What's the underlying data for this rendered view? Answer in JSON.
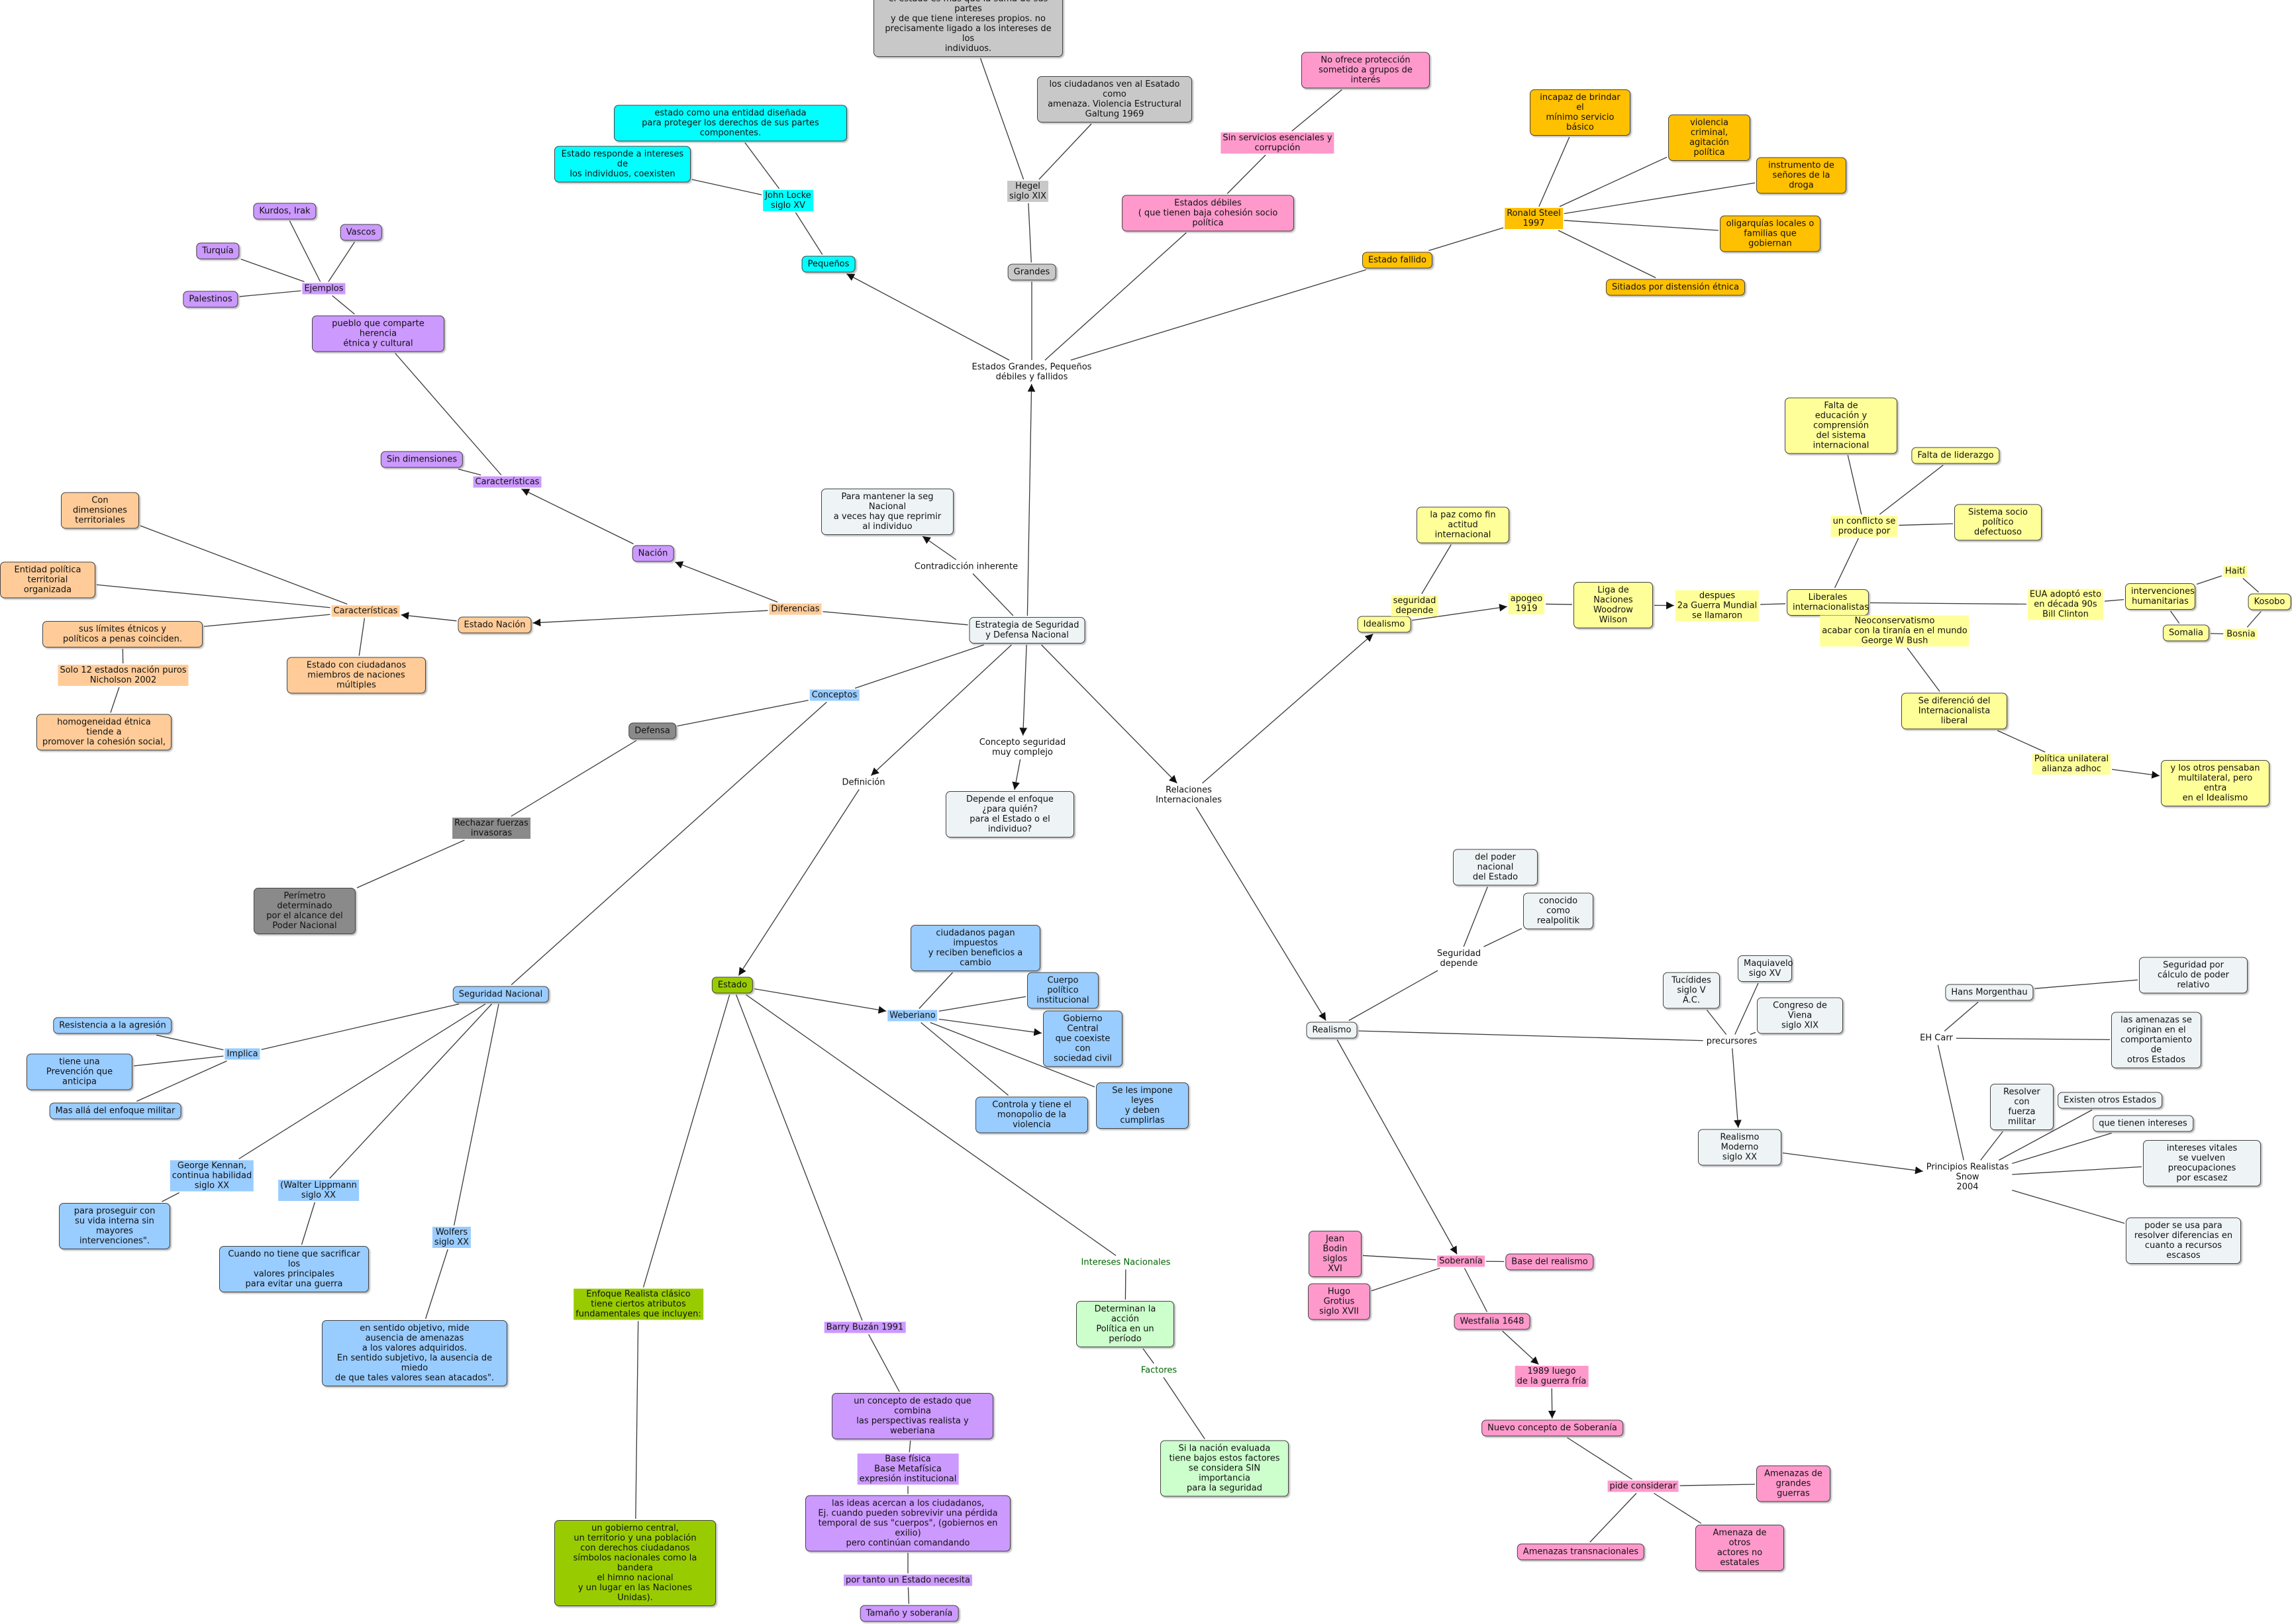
{
  "colors": {
    "white": "#eef3f5",
    "cyan": "#00ffff",
    "gray": "#c8c8c8",
    "dgray": "#8a8a8a",
    "pink": "#ff99cc",
    "orange": "#ffc000",
    "purple": "#cc99ff",
    "peach": "#ffcc99",
    "blue": "#99ccff",
    "green": "#99cc00",
    "lgreen": "#ccffcc",
    "yellow": "#ffff99",
    "edge": "#3a3a3a"
  },
  "concepts": {
    "root": "Estrategia de Seguridad\ny Defensa Nacional",
    "egp": "Estados Grandes, Pequeños\ndébiles y fallidos",
    "grandes": "Grandes",
    "hegel": "Hegel\nsiglo XIX",
    "estado_suma": "el estado es más que la suma de sus partes\ny de que tiene intereses propios. no\nprecisamente ligado a los intereses de los\nindividuos.",
    "galtung": "los ciudadanos ven al Esatado como\namenaza. Violencia Estructural\nGaltung 1969",
    "pequenos": "Pequeños",
    "locke": "John Locke\nsiglo XV",
    "locke_def": "estado como una entidad diseñada\npara proteger los derechos de sus partes componentes.",
    "locke_int": "Estado responde a intereses de\nlos individuos, coexisten",
    "debiles": "Estados débiles\n( que tienen baja cohesión socio política",
    "sin_servicios": "Sin servicios esenciales y\ncorrupción",
    "no_ofrece": "No ofrece protección\nsometido a grupos de interés",
    "fallido": "Estado fallido",
    "steel": "Ronald Steel\n1997",
    "incapaz": "incapaz de brindar el\nmínimo servicio básico",
    "violencia": "violencia criminal,\nagitación política",
    "instrumento": "instrumento de\nseñores de la droga",
    "oligarquias": "oligarquías locales o\nfamilias que gobiernan",
    "sitiados": "Sitiados por distensión étnica",
    "contradiccion": "Contradicción inherente",
    "mantener": "Para mantener la seg Nacional\na veces hay que reprimir\nal individuo",
    "diferencias": "Diferencias",
    "nacion": "Nación",
    "caract_n": "Características",
    "sin_dim": "Sin dimensiones",
    "pueblo": "pueblo que comparte herencia\nétnica y cultural",
    "ejemplos": "Ejemplos",
    "kurdos": "Kurdos, Irak",
    "vascos": "Vascos",
    "turquia": "Turquía",
    "palestinos": "Palestinos",
    "estado_nacion": "Estado Nación",
    "caract_en": "Características",
    "con_dim": "Con dimensiones\nterritoriales",
    "entidad": "Entidad política\nterritorial organizada",
    "limites": "sus límites étnicos y\npolíticos a penas coinciden.",
    "solo12": "Solo 12 estados nación puros\nNicholson 2002",
    "homogeneidad": "homogeneidad étnica tiende a\npromover la cohesión social,",
    "con_ciudadanos": "Estado con ciudadanos\nmiembros de naciones múltiples",
    "conceptos": "Conceptos",
    "defensa": "Defensa",
    "rechazar": "Rechazar fuerzas\ninvasoras",
    "perimetro": "Perímetro determinado\npor el alcance del\nPoder Nacional",
    "seg_nac": "Seguridad Nacional",
    "implica": "Implica",
    "resistencia": "Resistencia a la agresión",
    "tiene_una": "tiene una\nPrevención que anticipa",
    "mas_alla": "Mas allá del enfoque militar",
    "kennan": "George Kennan,\ncontinua habilidad\nsiglo XX",
    "kennan_def": "para proseguir con\nsu vida interna sin\nmayores intervenciones\".",
    "lippmann": "(Walter Lippmann\nsiglo XX",
    "lippmann_def": "Cuando no tiene que sacrificar los\nvalores principales\npara evitar una guerra",
    "wolfers": "Wolfers\nsiglo XX",
    "wolfers_def": "en sentido objetivo, mide\nausencia de amenazas\na los valores adquiridos.\nEn sentido subjetivo, la ausencia de miedo\nde que tales valores sean atacados\".",
    "definicion": "Definición",
    "concepto_seg": "Concepto seguridad\nmuy complejo",
    "depende": "Depende el enfoque\n¿para quién?\npara el Estado o el individuo?",
    "estado": "Estado",
    "weberiano": "Weberiano",
    "ciudadanos_pagan": "ciudadanos pagan impuestos\ny reciben beneficios a cambio",
    "cuerpo": "Cuerpo político\ninstitucional",
    "gobierno": "Gobierno Central\nque coexiste con\nsociedad civil",
    "leyes": "Se les impone leyes\ny deben cumplirlas",
    "monopolio": "Controla y tiene el\nmonopolio de la violencia",
    "enfoque_realista": "Enfoque Realista clásico\ntiene ciertos atributos\nfundamentales que incluyen:",
    "gobierno_central": "un gobierno central,\nun territorio y una población\ncon derechos ciudadanos\nsímbolos nacionales como la bandera\nel himno nacional\ny un lugar en las Naciones Unidas).",
    "buzan": "Barry Buzán 1991",
    "concepto_estado": "un concepto de estado que combina\nlas perspectivas realista y weberiana",
    "base": "Base física\nBase Metafísica\nexpresión institucional",
    "ideas": "las ideas acercan a los ciudadanos,\nEj. cuando pueden sobrevivir una pérdida\ntemporal de sus \"cuerpos\", (gobiernos en exilio)\npero continúan comandando",
    "por_tanto": "por tanto un Estado necesita",
    "tamano": "Tamaño y soberanía",
    "intereses_nac": "Intereses Nacionales",
    "determinan": "Determinan la acción\nPolítica en un período",
    "factores": "Factores",
    "si_nacion": "Si la nación evaluada\ntiene bajos estos factores\nse considera SIN importancia\npara la seguridad",
    "rrii": "Relaciones\nInternacionales",
    "idealismo": "Idealismo",
    "seg_depende_i": "seguridad\ndepende",
    "paz": "la paz como fin\nactitud internacional",
    "apogeo": "apogeo\n1919",
    "liga": "Liga de Naciones\nWoodrow Wilson",
    "despues": "despues\n2a Guerra Mundial\nse llamaron",
    "liberales": "Liberales\ninternacionalistas",
    "conflicto": "un conflicto se\nproduce por",
    "falta_edu": "Falta de\neducación y comprensión\ndel sistema internacional",
    "falta_lid": "Falta de liderazgo",
    "sistema": "Sistema socio\npolítico defectuoso",
    "eua": "EUA adoptó esto\nen década 90s\nBill Clinton",
    "intervenciones": "intervenciones\nhumanitarias",
    "haiti": "Haití",
    "kosovo": "Kosobo",
    "somalia": "Somalia",
    "bosnia": "Bosnia",
    "neocon": "Neoconservatismo\nacabar con la tiranía en el mundo\nGeorge W Bush",
    "se_dif": "Se diferenció del\nInternacionalista liberal",
    "politica": "Política unilateral\nalianza adhoc",
    "pensaban": "y los otros pensaban\nmultilateral, pero entra\nen el Idealismo",
    "realismo": "Realismo",
    "seg_depende_r": "Seguridad\ndepende",
    "poder_nac": "del poder nacional\ndel Estado",
    "realpolitik": "conocido como\nrealpolitik",
    "precursores": "precursores",
    "tucidides": "Tucídides\nsiglo V A.C.",
    "maquiavelo": "Maquiavelo\nsigo XV",
    "viena": "Congreso de Viena\nsiglo XIX",
    "realismo_moderno": "Realismo Moderno\nsiglo XX",
    "carr": "EH Carr",
    "morgenthau": "Hans Morgenthau",
    "seg_por": "Seguridad por\ncálculo de poder relativo",
    "amenazas_orig": "las amenazas se\noriginan en el\ncomportamiento de\notros Estados",
    "principios": "Principios Realistas\nSnow\n2004",
    "resolver": "Resolver con\nfuerza militar",
    "existen": "Existen otros Estados",
    "que_tienen": "que tienen intereses",
    "vitales": "intereses vitales\nse vuelven preocupaciones\npor escasez",
    "poder_usa": "poder se usa para\nresolver diferencias en\ncuanto a recursos escasos",
    "soberania": "Soberanía",
    "bodin": "Jean Bodin\nsiglos XVI",
    "grotius": "Hugo Grotius\nsiglo XVII",
    "base_real": "Base del realismo",
    "westfalia": "Westfalia 1648",
    "luego_1989": "1989 luego\nde la guerra fría",
    "nuevo": "Nuevo concepto de Soberanía",
    "pide": "pide considerar",
    "grandes_guerras": "Amenazas de\ngrandes guerras",
    "transnacionales": "Amenazas transnacionales",
    "no_estatales": "Amenaza de otros\nactores no estatales"
  },
  "links": [
    [
      "root",
      "egp",
      1
    ],
    [
      "egp",
      "grandes",
      0
    ],
    [
      "grandes",
      "hegel",
      0
    ],
    [
      "hegel",
      "estado_suma",
      0
    ],
    [
      "hegel",
      "galtung",
      0
    ],
    [
      "egp",
      "pequenos",
      1
    ],
    [
      "pequenos",
      "locke",
      0
    ],
    [
      "locke",
      "locke_def",
      0
    ],
    [
      "locke",
      "locke_int",
      0
    ],
    [
      "egp",
      "debiles",
      0
    ],
    [
      "debiles",
      "sin_servicios",
      0
    ],
    [
      "sin_servicios",
      "no_ofrece",
      0
    ],
    [
      "egp",
      "fallido",
      0
    ],
    [
      "fallido",
      "steel",
      0
    ],
    [
      "steel",
      "incapaz",
      0
    ],
    [
      "steel",
      "violencia",
      0
    ],
    [
      "steel",
      "instrumento",
      0
    ],
    [
      "steel",
      "oligarquias",
      0
    ],
    [
      "steel",
      "sitiados",
      0
    ],
    [
      "root",
      "contradiccion",
      0
    ],
    [
      "contradiccion",
      "mantener",
      1
    ],
    [
      "root",
      "diferencias",
      0
    ],
    [
      "diferencias",
      "nacion",
      1
    ],
    [
      "diferencias",
      "estado_nacion",
      1
    ],
    [
      "nacion",
      "caract_n",
      1
    ],
    [
      "caract_n",
      "sin_dim",
      0
    ],
    [
      "caract_n",
      "pueblo",
      0
    ],
    [
      "pueblo",
      "ejemplos",
      0
    ],
    [
      "ejemplos",
      "kurdos",
      0
    ],
    [
      "ejemplos",
      "vascos",
      0
    ],
    [
      "ejemplos",
      "turquia",
      0
    ],
    [
      "ejemplos",
      "palestinos",
      0
    ],
    [
      "estado_nacion",
      "caract_en",
      1
    ],
    [
      "caract_en",
      "con_dim",
      0
    ],
    [
      "caract_en",
      "entidad",
      0
    ],
    [
      "caract_en",
      "limites",
      0
    ],
    [
      "caract_en",
      "con_ciudadanos",
      0
    ],
    [
      "limites",
      "solo12",
      0
    ],
    [
      "solo12",
      "homogeneidad",
      0
    ],
    [
      "root",
      "conceptos",
      0
    ],
    [
      "conceptos",
      "defensa",
      0
    ],
    [
      "defensa",
      "rechazar",
      0
    ],
    [
      "rechazar",
      "perimetro",
      0
    ],
    [
      "conceptos",
      "seg_nac",
      0
    ],
    [
      "seg_nac",
      "implica",
      0
    ],
    [
      "implica",
      "resistencia",
      0
    ],
    [
      "implica",
      "tiene_una",
      0
    ],
    [
      "implica",
      "mas_alla",
      0
    ],
    [
      "seg_nac",
      "kennan",
      0
    ],
    [
      "kennan",
      "kennan_def",
      0
    ],
    [
      "seg_nac",
      "lippmann",
      0
    ],
    [
      "lippmann",
      "lippmann_def",
      0
    ],
    [
      "seg_nac",
      "wolfers",
      0
    ],
    [
      "wolfers",
      "wolfers_def",
      0
    ],
    [
      "root",
      "definicion",
      1
    ],
    [
      "definicion",
      "estado",
      1
    ],
    [
      "root",
      "concepto_seg",
      1
    ],
    [
      "concepto_seg",
      "depende",
      1
    ],
    [
      "estado",
      "weberiano",
      1
    ],
    [
      "weberiano",
      "ciudadanos_pagan",
      0
    ],
    [
      "weberiano",
      "cuerpo",
      0
    ],
    [
      "weberiano",
      "gobierno",
      1
    ],
    [
      "weberiano",
      "leyes",
      0
    ],
    [
      "weberiano",
      "monopolio",
      0
    ],
    [
      "estado",
      "enfoque_realista",
      0
    ],
    [
      "enfoque_realista",
      "gobierno_central",
      0
    ],
    [
      "estado",
      "buzan",
      0
    ],
    [
      "buzan",
      "concepto_estado",
      0
    ],
    [
      "concepto_estado",
      "base",
      0
    ],
    [
      "base",
      "ideas",
      0
    ],
    [
      "ideas",
      "por_tanto",
      0
    ],
    [
      "por_tanto",
      "tamano",
      0
    ],
    [
      "estado",
      "intereses_nac",
      0
    ],
    [
      "intereses_nac",
      "determinan",
      0
    ],
    [
      "determinan",
      "factores",
      0
    ],
    [
      "factores",
      "si_nacion",
      0
    ],
    [
      "root",
      "rrii",
      1
    ],
    [
      "rrii",
      "idealismo",
      1
    ],
    [
      "rrii",
      "realismo",
      1
    ],
    [
      "idealismo",
      "seg_depende_i",
      0
    ],
    [
      "seg_depende_i",
      "paz",
      0
    ],
    [
      "idealismo",
      "apogeo",
      1
    ],
    [
      "apogeo",
      "liga",
      0
    ],
    [
      "liga",
      "despues",
      1
    ],
    [
      "despues",
      "liberales",
      0
    ],
    [
      "liberales",
      "conflicto",
      0
    ],
    [
      "conflicto",
      "falta_edu",
      0
    ],
    [
      "conflicto",
      "falta_lid",
      0
    ],
    [
      "conflicto",
      "sistema",
      0
    ],
    [
      "liberales",
      "eua",
      0
    ],
    [
      "eua",
      "intervenciones",
      0
    ],
    [
      "intervenciones",
      "haiti",
      0
    ],
    [
      "haiti",
      "kosovo",
      0
    ],
    [
      "intervenciones",
      "somalia",
      0
    ],
    [
      "somalia",
      "bosnia",
      0
    ],
    [
      "bosnia",
      "kosovo",
      0
    ],
    [
      "liberales",
      "neocon",
      1
    ],
    [
      "neocon",
      "se_dif",
      0
    ],
    [
      "se_dif",
      "politica",
      0
    ],
    [
      "politica",
      "pensaban",
      1
    ],
    [
      "realismo",
      "seg_depende_r",
      0
    ],
    [
      "seg_depende_r",
      "poder_nac",
      0
    ],
    [
      "seg_depende_r",
      "realpolitik",
      0
    ],
    [
      "realismo",
      "precursores",
      0
    ],
    [
      "precursores",
      "tucidides",
      0
    ],
    [
      "precursores",
      "maquiavelo",
      0
    ],
    [
      "precursores",
      "viena",
      0
    ],
    [
      "precursores",
      "realismo_moderno",
      1
    ],
    [
      "realismo_moderno",
      "principios",
      1
    ],
    [
      "principios",
      "carr",
      0
    ],
    [
      "carr",
      "morgenthau",
      0
    ],
    [
      "morgenthau",
      "seg_por",
      0
    ],
    [
      "carr",
      "amenazas_orig",
      0
    ],
    [
      "principios",
      "resolver",
      0
    ],
    [
      "principios",
      "existen",
      0
    ],
    [
      "principios",
      "que_tienen",
      0
    ],
    [
      "principios",
      "vitales",
      0
    ],
    [
      "principios",
      "poder_usa",
      0
    ],
    [
      "realismo",
      "soberania",
      1
    ],
    [
      "soberania",
      "bodin",
      0
    ],
    [
      "soberania",
      "grotius",
      0
    ],
    [
      "soberania",
      "base_real",
      0
    ],
    [
      "soberania",
      "westfalia",
      0
    ],
    [
      "westfalia",
      "luego_1989",
      1
    ],
    [
      "luego_1989",
      "nuevo",
      1
    ],
    [
      "nuevo",
      "pide",
      0
    ],
    [
      "pide",
      "grandes_guerras",
      0
    ],
    [
      "pide",
      "transnacionales",
      0
    ],
    [
      "pide",
      "no_estatales",
      0
    ]
  ]
}
